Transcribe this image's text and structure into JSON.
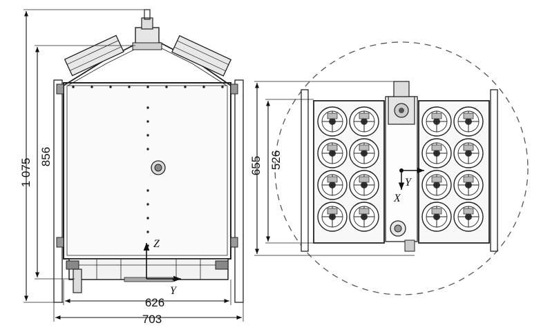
{
  "front_view": {
    "dimensions": {
      "overall_height": "1 075",
      "body_height": "856",
      "body_width": "626",
      "overall_width": "703"
    },
    "axes": {
      "vertical": "Z",
      "horizontal": "Y"
    }
  },
  "top_view": {
    "dimensions": {
      "outer_height": "655",
      "inner_height": "526"
    },
    "axes": {
      "vertical": "Y",
      "horizontal": "X"
    },
    "cylinder_rows_per_side": 4,
    "cylinder_cols_per_side": 2
  }
}
